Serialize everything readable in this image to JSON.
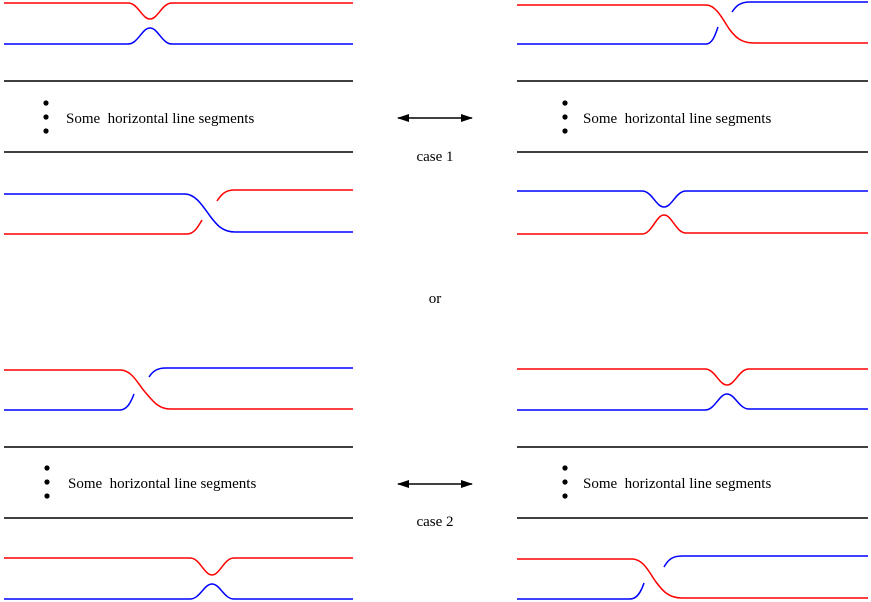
{
  "colors": {
    "red": "#ff0000",
    "blue": "#0000ff",
    "black": "#000000"
  },
  "labels": {
    "segments": "Some  horizontal line segments",
    "case1": "case 1",
    "case2": "case 2",
    "or": "or"
  },
  "icons": {
    "arrow": "double-headed-arrow",
    "dots": "vertical-ellipsis"
  }
}
